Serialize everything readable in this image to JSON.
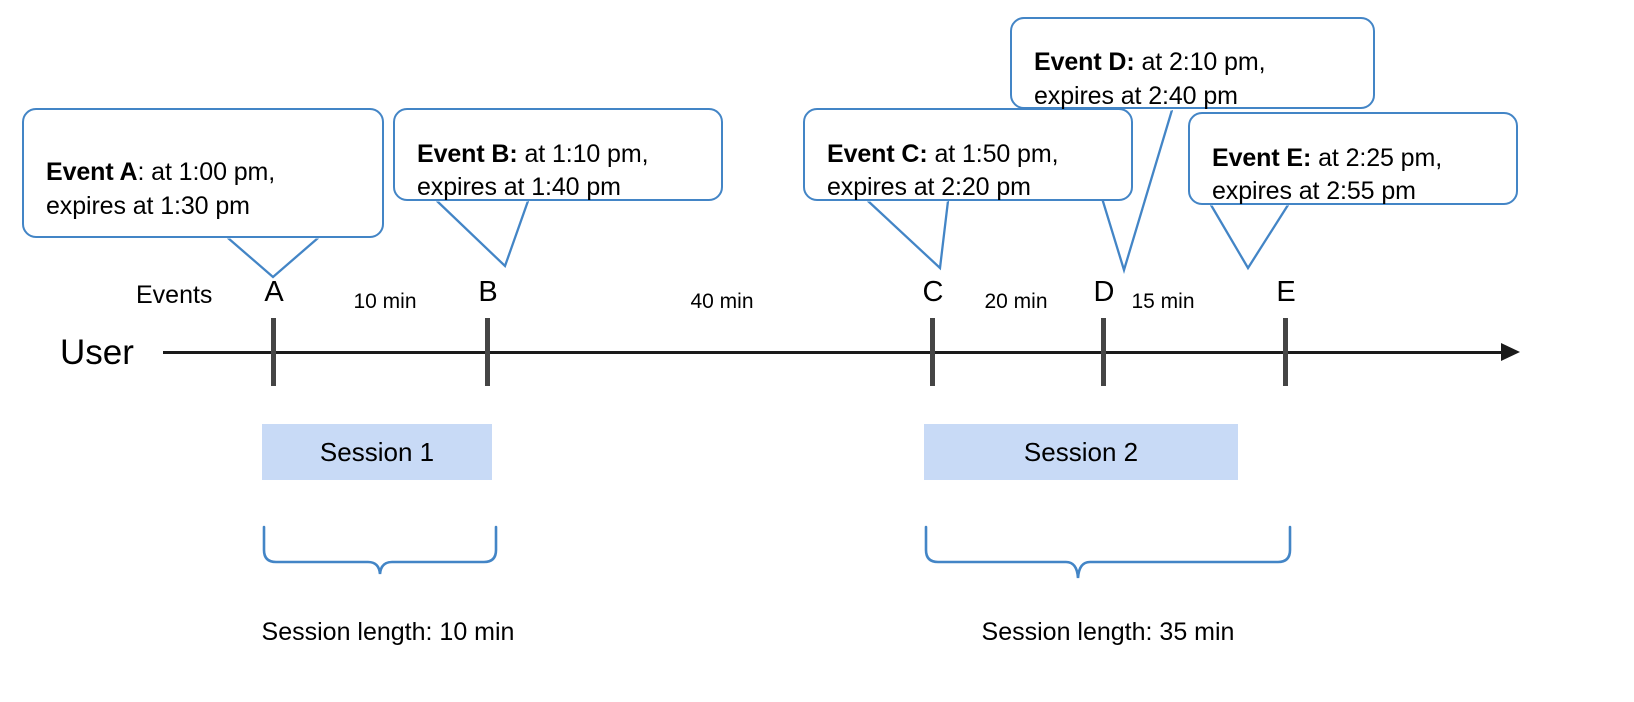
{
  "diagram": {
    "title": "User session timeline with expiring events",
    "accent_blue": "#4385c6",
    "session_fill": "#c8daf6",
    "axis_color": "#1a1a1a",
    "tick_color": "#454545"
  },
  "axis": {
    "user_label": "User",
    "events_label": "Events"
  },
  "callouts": [
    {
      "id": "A",
      "bold": "Event A",
      "rest": ": at 1:00 pm,\nexpires at 1:30 pm"
    },
    {
      "id": "B",
      "bold": "Event B:",
      "rest": " at 1:10 pm,\nexpires at 1:40 pm"
    },
    {
      "id": "C",
      "bold": "Event C:",
      "rest": " at 1:50 pm,\nexpires at 2:20 pm"
    },
    {
      "id": "D",
      "bold": "Event D:",
      "rest": " at 2:10 pm,\nexpires at 2:40 pm"
    },
    {
      "id": "E",
      "bold": "Event E:",
      "rest": " at 2:25 pm,\nexpires at 2:55 pm"
    }
  ],
  "events": [
    {
      "label": "A",
      "time": "1:00 pm",
      "expires": "1:30 pm"
    },
    {
      "label": "B",
      "time": "1:10 pm",
      "expires": "1:40 pm"
    },
    {
      "label": "C",
      "time": "1:50 pm",
      "expires": "2:20 pm"
    },
    {
      "label": "D",
      "time": "2:10 pm",
      "expires": "2:40 pm"
    },
    {
      "label": "E",
      "time": "2:25 pm",
      "expires": "2:55 pm"
    }
  ],
  "gaps": [
    {
      "from": "A",
      "to": "B",
      "label": "10 min"
    },
    {
      "from": "B",
      "to": "C",
      "label": "40 min"
    },
    {
      "from": "C",
      "to": "D",
      "label": "20 min"
    },
    {
      "from": "D",
      "to": "E",
      "label": "15 min"
    }
  ],
  "sessions": [
    {
      "name": "Session 1",
      "length_label": "Session length: 10 min",
      "start_event": "A",
      "end_event": "B"
    },
    {
      "name": "Session 2",
      "length_label": "Session length: 35 min",
      "start_event": "C",
      "end_event": "E"
    }
  ]
}
